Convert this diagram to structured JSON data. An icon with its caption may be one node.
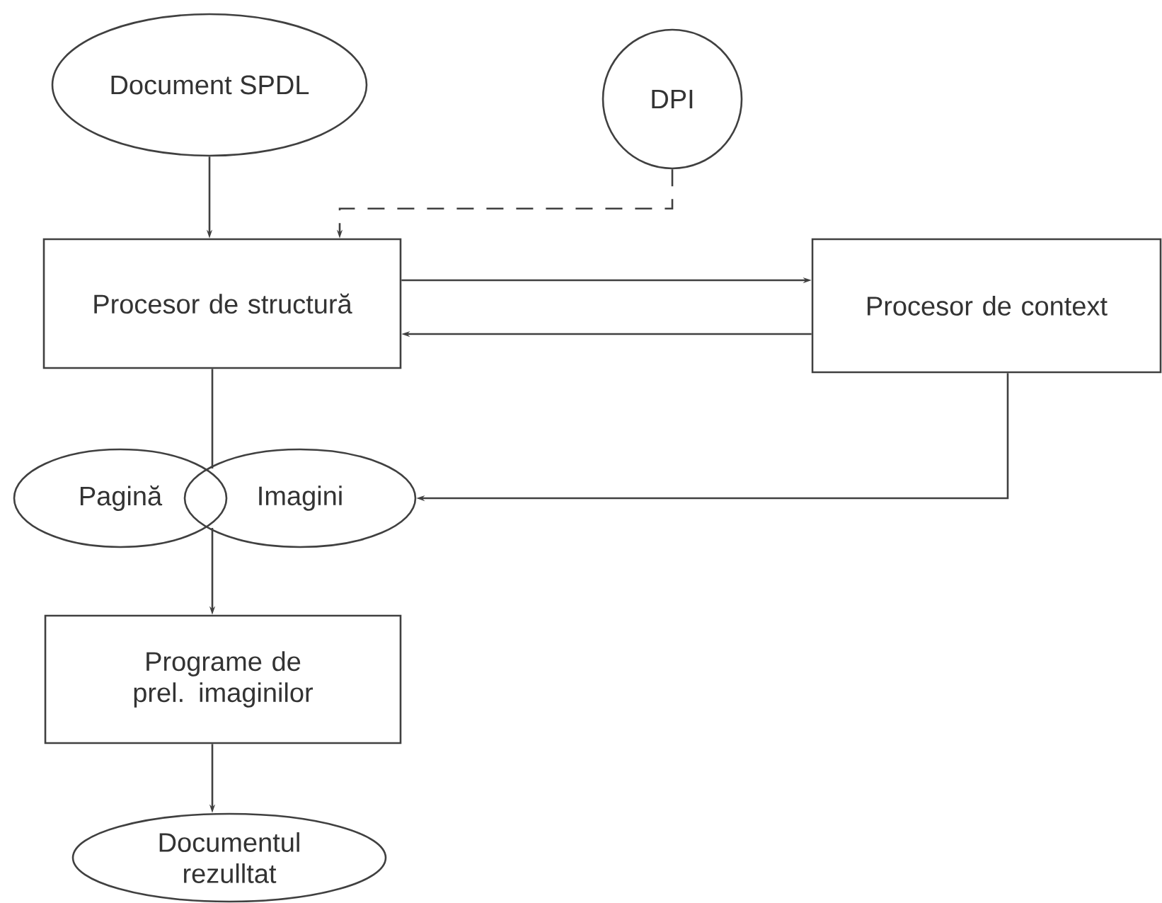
{
  "diagram": {
    "nodes": [
      {
        "text": [
          "Document SPDL"
        ]
      },
      {
        "text": [
          "DPI"
        ]
      },
      {
        "text": [
          "Procesor de structură"
        ]
      },
      {
        "text": [
          "Procesor de context"
        ]
      },
      {
        "text": [
          "Pagină"
        ]
      },
      {
        "text": [
          "Imagini"
        ]
      },
      {
        "text": [
          "Programe de prel. imaginilor"
        ]
      },
      {
        "text": [
          "Documentul rezulltat"
        ]
      }
    ],
    "edges": [
      {
        "from": 0,
        "to": 2,
        "arrow": "to"
      },
      {
        "from": 1,
        "to": 2,
        "arrow": "to",
        "style": "dashed"
      },
      {
        "from": 2,
        "to": 3,
        "arrow": "to"
      },
      {
        "from": 3,
        "to": 2,
        "arrow": "to"
      },
      {
        "from": 2,
        "to": 4,
        "arrow": "none"
      },
      {
        "from": 3,
        "to": 5,
        "arrow": "to"
      },
      {
        "from": 4,
        "to": 6,
        "arrow": "to"
      },
      {
        "from": 6,
        "to": 7,
        "arrow": "to"
      }
    ]
  }
}
